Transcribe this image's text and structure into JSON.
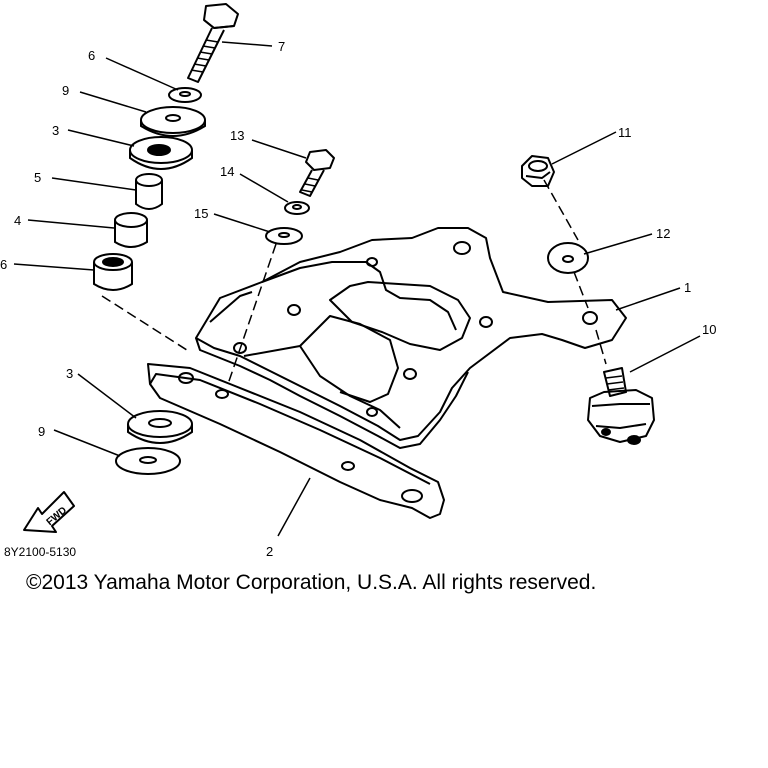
{
  "diagram": {
    "callouts": {
      "c1": "1",
      "c2": "2",
      "c3a": "3",
      "c3b": "3",
      "c4": "4",
      "c5": "5",
      "c6a": "6",
      "c6b": "6",
      "c7": "7",
      "c9a": "9",
      "c9b": "9",
      "c10": "10",
      "c11": "11",
      "c12": "12",
      "c13": "13",
      "c14": "14",
      "c15": "15"
    },
    "fwd_label": "FWD",
    "diagram_code": "8Y2100-5130",
    "copyright": "©2013 Yamaha Motor Corporation, U.S.A. All rights reserved."
  }
}
